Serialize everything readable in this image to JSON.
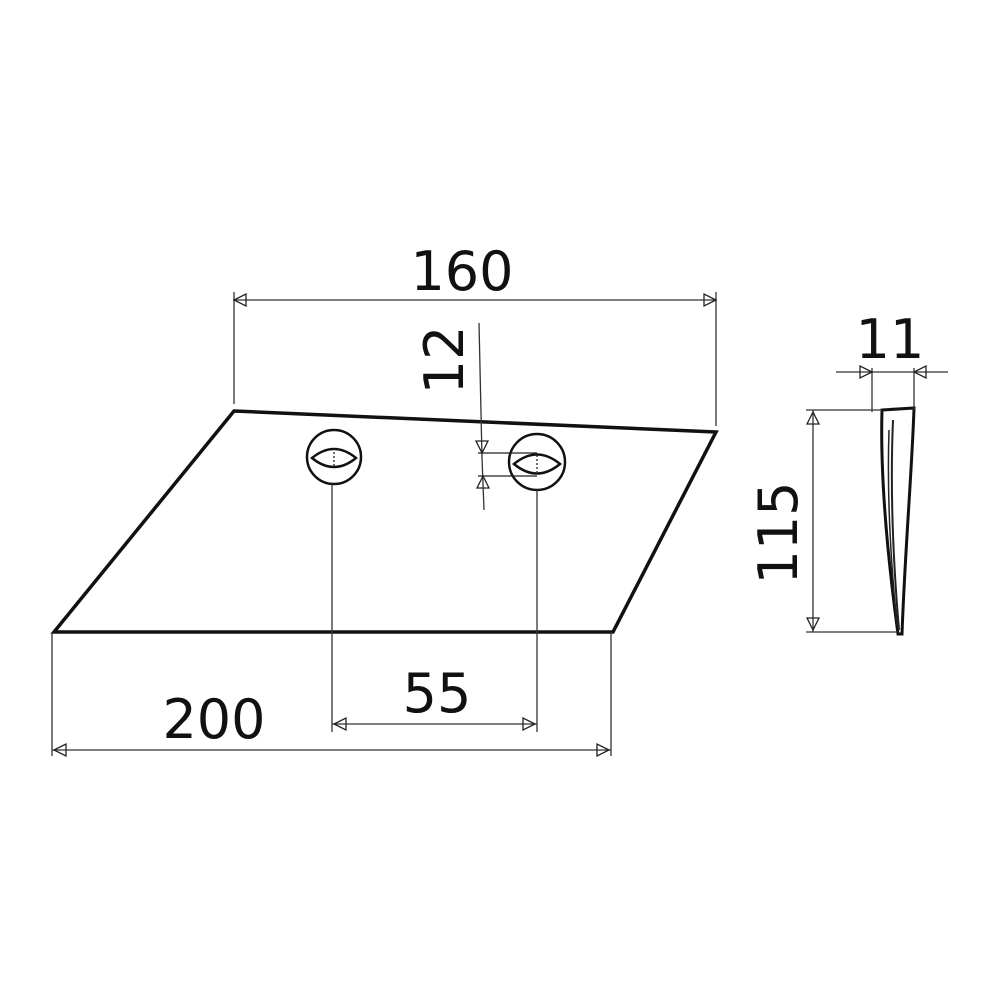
{
  "drawing": {
    "dimensions": {
      "top_width": "160",
      "bottom_width": "200",
      "hole_spacing": "55",
      "hole_offset": "12",
      "height": "115",
      "thickness": "11"
    },
    "colors": {
      "line": "#111111",
      "background": "#ffffff"
    }
  }
}
